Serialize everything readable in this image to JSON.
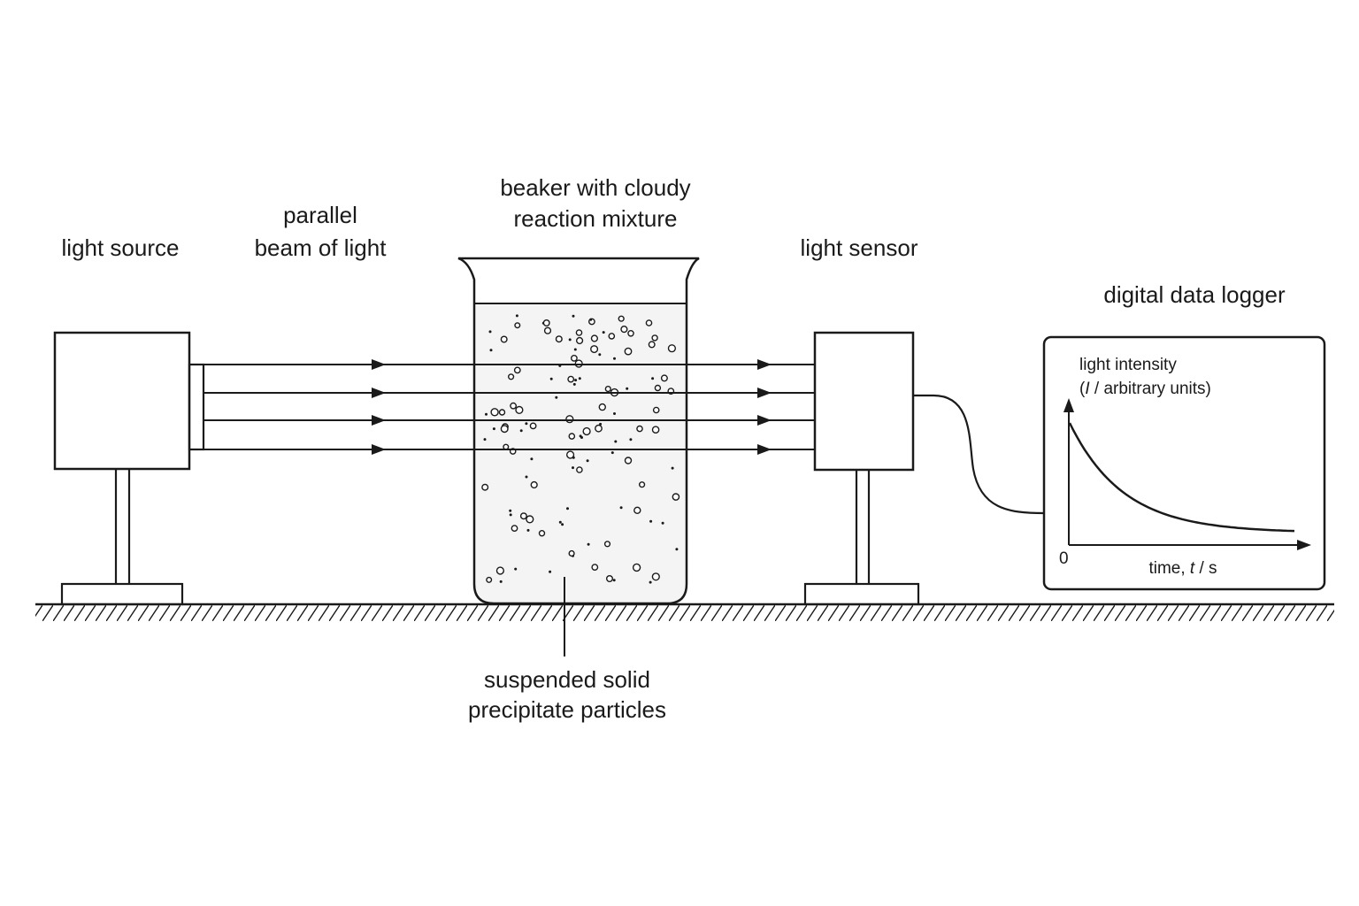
{
  "labels": {
    "light_source": "light source",
    "beam_line1": "parallel",
    "beam_line2": "beam of light",
    "beaker_line1": "beaker with cloudy",
    "beaker_line2": "reaction mixture",
    "light_sensor": "light sensor",
    "data_logger": "digital data logger",
    "particles_line1": "suspended solid",
    "particles_line2": "precipitate particles"
  },
  "logger_graph": {
    "y_label_line1": "light intensity",
    "y_label_line2_pre": "(",
    "y_label_symbol": "I",
    "y_label_line2_post": " / arbitrary units)",
    "origin": "0",
    "x_label_pre": "time, ",
    "x_label_symbol": "t",
    "x_label_post": " / s",
    "curve": "exponential decay"
  },
  "colors": {
    "ink": "#1a1a1a",
    "beaker_fill": "#f4f4f4",
    "background": "#ffffff"
  }
}
